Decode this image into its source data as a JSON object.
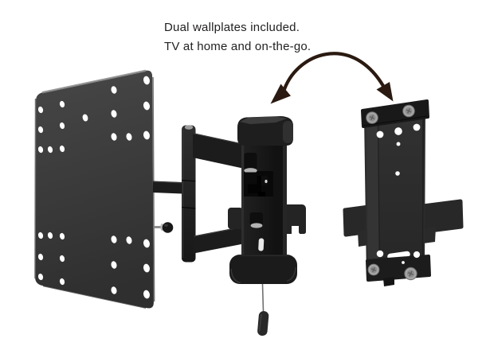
{
  "caption": {
    "line1": "Dual wallplates included.",
    "line2": "TV at home and on-the-go."
  },
  "colors": {
    "background": "#ffffff",
    "ink": "#232020",
    "arrow": "#2a1a11",
    "plate_top": "#474747",
    "plate_bottom": "#2f2f2f",
    "plate_bevel": "#8f8f8f",
    "hole": "#ffffff",
    "metal_dark": "#1c1c1c",
    "body_dark": "#121212",
    "washer": "#b2b2b2",
    "screw": "#a6a6a6",
    "wallplate": "#2c2c2c",
    "cord": "#707070"
  },
  "figure": {
    "vesa_plate_holes": [
      [
        51,
        138,
        1
      ],
      [
        78,
        131,
        1
      ],
      [
        51,
        163,
        1
      ],
      [
        78,
        158,
        1
      ],
      [
        107,
        148,
        1.1
      ],
      [
        51,
        188,
        1
      ],
      [
        63,
        188,
        1
      ],
      [
        78,
        187,
        1
      ],
      [
        143,
        113,
        1.15
      ],
      [
        143,
        143,
        1.15
      ],
      [
        143,
        172,
        1.15
      ],
      [
        162,
        172,
        1.15
      ],
      [
        184,
        101,
        1.3
      ],
      [
        184,
        133,
        1.3
      ],
      [
        184,
        170,
        1.3
      ],
      [
        51,
        296,
        1
      ],
      [
        63,
        296,
        1
      ],
      [
        78,
        297,
        1
      ],
      [
        51,
        323,
        1
      ],
      [
        78,
        325,
        1
      ],
      [
        51,
        348,
        1
      ],
      [
        78,
        354,
        1
      ],
      [
        143,
        301,
        1.15
      ],
      [
        162,
        302,
        1.15
      ],
      [
        143,
        333,
        1.15
      ],
      [
        143,
        365,
        1.15
      ],
      [
        184,
        306,
        1.3
      ],
      [
        184,
        337,
        1.3
      ],
      [
        184,
        370,
        1.3
      ]
    ],
    "travel_wallplate_holes": [
      [
        477,
        169,
        1.3
      ],
      [
        500,
        165,
        1.42
      ],
      [
        523,
        160,
        1.3
      ],
      [
        500,
        181,
        0.72
      ],
      [
        499,
        218,
        0.82
      ],
      [
        477,
        319,
        1.25
      ],
      [
        523,
        320,
        1.2
      ],
      [
        506,
        330,
        0.55
      ]
    ]
  }
}
